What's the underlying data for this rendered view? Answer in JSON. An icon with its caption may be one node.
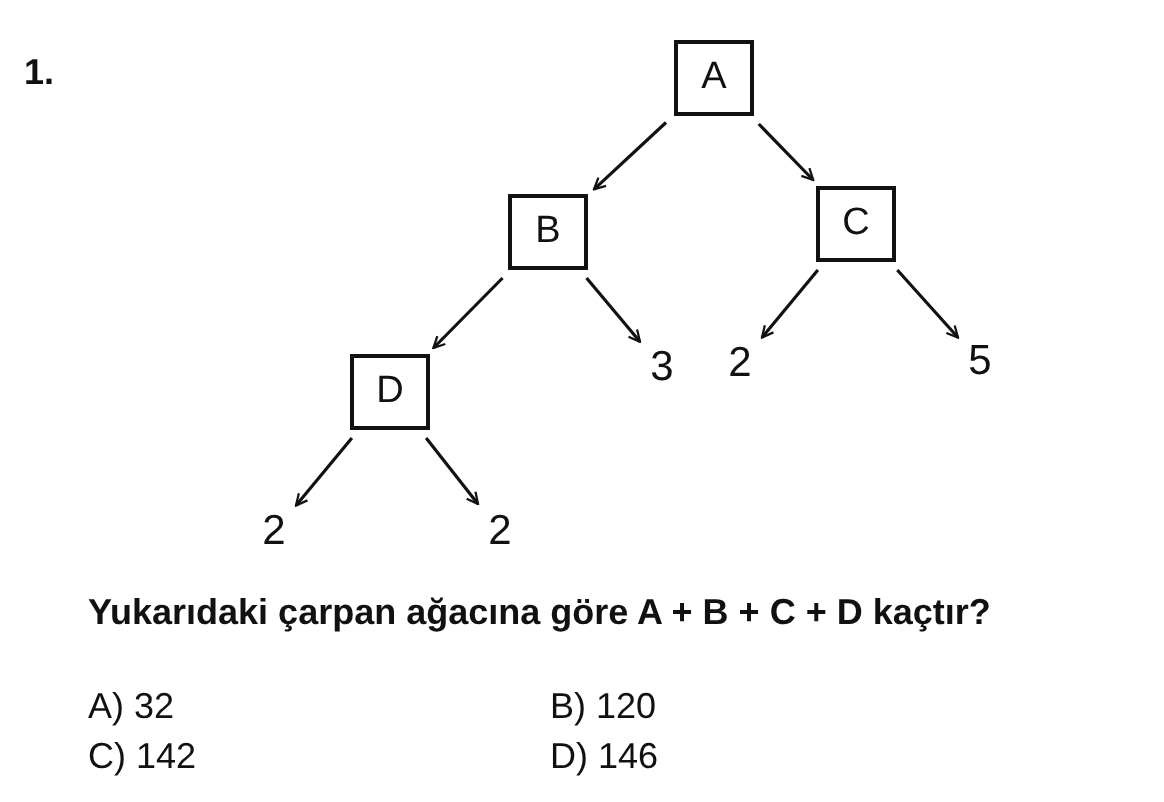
{
  "diagram": {
    "nodes": [
      {
        "text": [
          "A"
        ]
      },
      {
        "text": [
          "B"
        ]
      },
      {
        "text": [
          "C"
        ]
      },
      {
        "text": [
          "D"
        ]
      },
      {
        "text": [
          "3"
        ]
      },
      {
        "text": [
          "2"
        ]
      },
      {
        "text": [
          "5"
        ]
      },
      {
        "text": [
          "2"
        ]
      },
      {
        "text": [
          "2"
        ]
      }
    ],
    "edges": [
      {
        "from": 0,
        "to": 1,
        "arrow": "to"
      },
      {
        "from": 0,
        "to": 2,
        "arrow": "to"
      },
      {
        "from": 1,
        "to": 3,
        "arrow": "to"
      },
      {
        "from": 1,
        "to": 4,
        "arrow": "to"
      },
      {
        "from": 2,
        "to": 5,
        "arrow": "to"
      },
      {
        "from": 2,
        "to": 6,
        "arrow": "to"
      },
      {
        "from": 3,
        "to": 7,
        "arrow": "to"
      },
      {
        "from": 3,
        "to": 8,
        "arrow": "to"
      }
    ],
    "labels": [
      "1.",
      "Yukarıdaki çarpan ağacına göre A + B + C + D kaçtır?",
      "A) 32",
      "B) 120",
      "C) 142",
      "D) 146"
    ]
  }
}
